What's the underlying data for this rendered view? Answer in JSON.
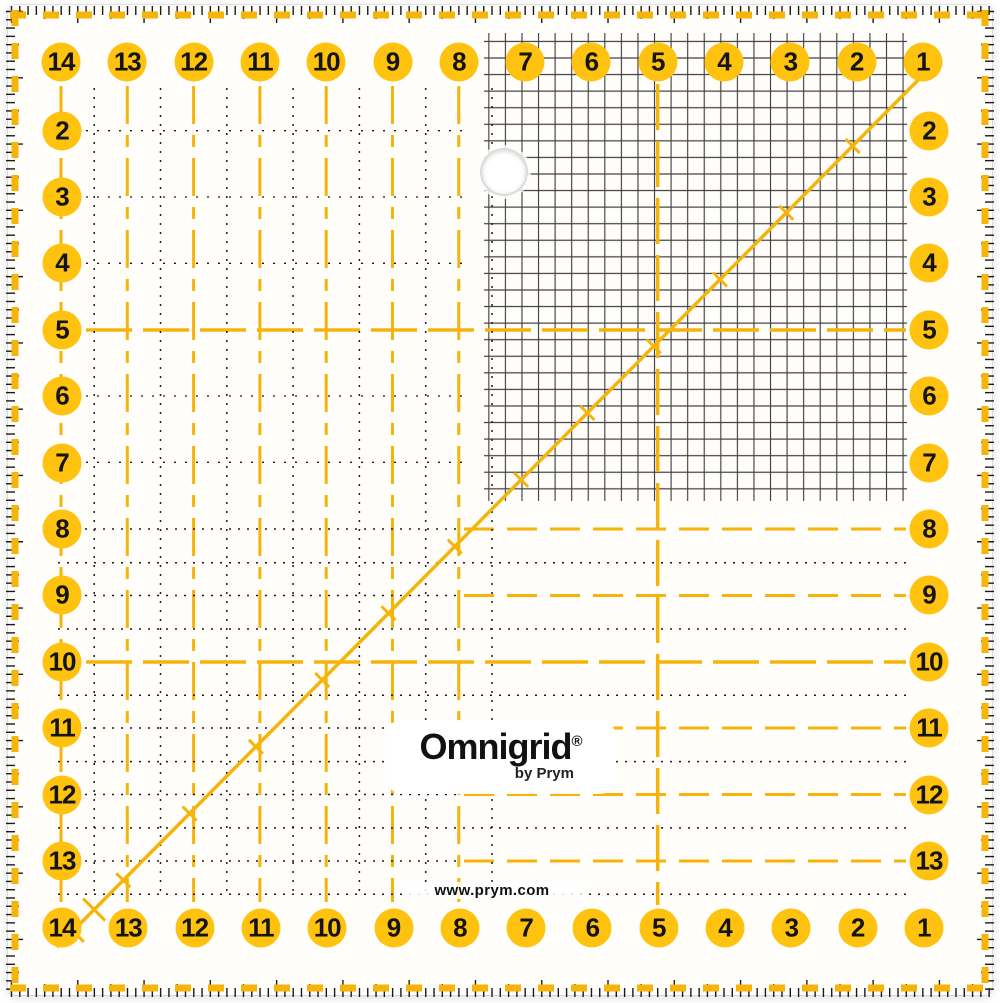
{
  "product": {
    "description": "Omnigrid square quilting ruler with inch grid, diagonal bias line and fine cross-hatch grid"
  },
  "brand": {
    "name": "Omnigrid",
    "registered": "®",
    "byline": "by Prym",
    "website": "www.prym.com"
  },
  "scales": {
    "top": [
      "14",
      "13",
      "12",
      "11",
      "10",
      "9",
      "8",
      "7",
      "6",
      "5",
      "4",
      "3",
      "2",
      "1"
    ],
    "left": [
      "2",
      "3",
      "4",
      "5",
      "6",
      "7",
      "8",
      "9",
      "10",
      "11",
      "12",
      "13",
      "14"
    ],
    "right": [
      "2",
      "3",
      "4",
      "5",
      "6",
      "7",
      "8",
      "9",
      "10",
      "11",
      "12",
      "13"
    ],
    "bottom": [
      "14",
      "13",
      "12",
      "11",
      "10",
      "9",
      "8",
      "7",
      "6",
      "5",
      "4",
      "3",
      "2",
      "1"
    ]
  },
  "colors": {
    "accent_yellow": "#FFC20E",
    "line_yellow": "#F6B40B",
    "mark_black": "#1A1A1A",
    "background": "#FFFEFA"
  }
}
